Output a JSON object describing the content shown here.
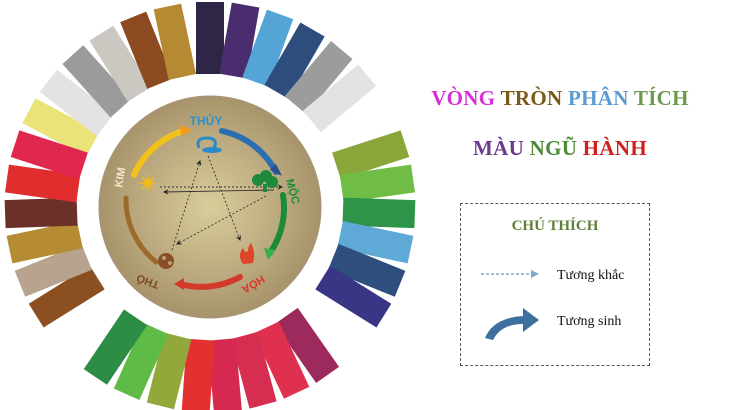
{
  "title": {
    "line1": [
      {
        "text": "VÒNG",
        "color": "#d62fd6"
      },
      {
        "text": "TRÒN",
        "color": "#7a5a16"
      },
      {
        "text": "PHÂN",
        "color": "#5b9bd0"
      },
      {
        "text": "TÍCH",
        "color": "#6a9a4a"
      }
    ],
    "line2": [
      {
        "text": "MÀU",
        "color": "#6b3a8f"
      },
      {
        "text": "NGŨ",
        "color": "#4f8a3a"
      },
      {
        "text": "HÀNH",
        "color": "#d01f1f"
      }
    ]
  },
  "legend": {
    "title": "CHÚ THÍCH",
    "items": [
      {
        "label": "Tương khắc",
        "icon": "dashed-arrow-icon",
        "color": "#7fa8c9"
      },
      {
        "label": "Tương sinh",
        "icon": "curved-arrow-icon",
        "color": "#3f6f9e"
      }
    ]
  },
  "wheel": {
    "center_color": "#b3a17a",
    "elements": [
      {
        "name": "THỦY",
        "color": "#2f8fc9",
        "icon": "water-cloud-icon"
      },
      {
        "name": "MỘC",
        "color": "#1c8a3a",
        "icon": "wood-tree-icon"
      },
      {
        "name": "HỎA",
        "color": "#d8382a",
        "icon": "fire-flame-icon"
      },
      {
        "name": "THỔ",
        "color": "#7d4a22",
        "icon": "earth-icon"
      },
      {
        "name": "KIM",
        "color": "#f0c020",
        "icon": "metal-sun-icon"
      }
    ],
    "swatch_groups": [
      {
        "element": "KIM",
        "colors": [
          "#e9e37a",
          "#e3e3e3",
          "#9b9b9b",
          "#cbc7c1"
        ]
      },
      {
        "element": "THỔ",
        "colors": [
          "#8b4a1f",
          "#b58a32"
        ]
      },
      {
        "element": "THỦY",
        "colors": [
          "#2e2547",
          "#4a2d6e",
          "#54a4d6",
          "#2d4e7c",
          "#9c9c9c",
          "#e3e3e3"
        ]
      },
      {
        "element": "MỘC",
        "colors": [
          "#8aa63a",
          "#6fbd45",
          "#2d9448",
          "#5ea9d6",
          "#2e4f7e",
          "#3a3585"
        ]
      },
      {
        "element": "HỎA",
        "colors": [
          "#9c2a5c",
          "#e0304f",
          "#d52e51",
          "#d6294f",
          "#e3312f"
        ]
      },
      {
        "element": "MỘC-lower",
        "colors": [
          "#93a83b",
          "#5fbb45",
          "#2d8d45"
        ]
      },
      {
        "element": "THỔ-lower",
        "colors": [
          "#8b4f22",
          "#b8a48e",
          "#b58c34",
          "#6b3028",
          "#e02e2e",
          "#e0284e"
        ]
      }
    ]
  }
}
